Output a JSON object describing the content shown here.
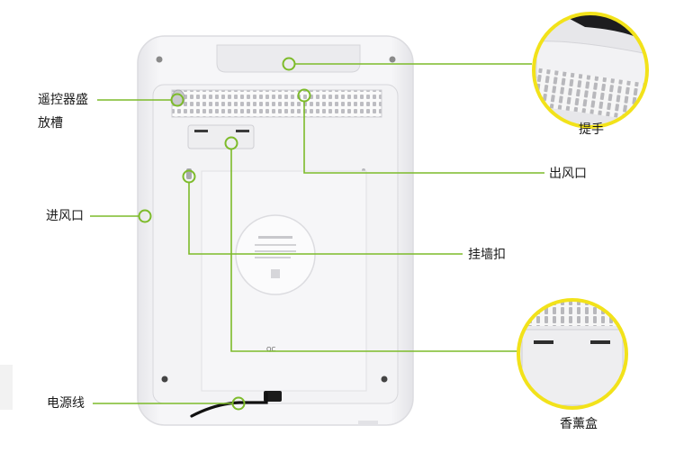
{
  "labels": {
    "remote_slot_line1": "遥控器盛",
    "remote_slot_line2": "放槽",
    "air_inlet": "进风口",
    "power_cord": "电源线",
    "handle": "提手",
    "air_outlet": "出风口",
    "wall_hook": "挂墙扣",
    "fragrance_box": "香薰盒"
  },
  "back_panel_text": {
    "qc_mark": "QC"
  },
  "colors": {
    "accent_green": "#7dbb2a",
    "zoom_ring_yellow": "#f2e21a",
    "device_body": "#f4f4f6",
    "device_edge": "#d9d9dd"
  }
}
